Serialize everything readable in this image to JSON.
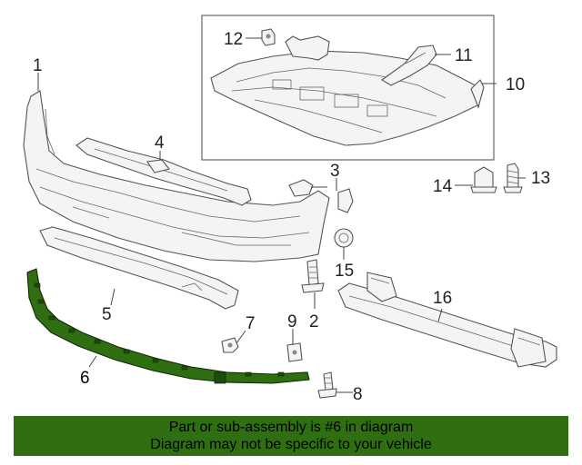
{
  "callouts": {
    "c1": "1",
    "c2": "2",
    "c3": "3",
    "c4": "4",
    "c5": "5",
    "c6": "6",
    "c7": "7",
    "c8": "8",
    "c9": "9",
    "c10": "10",
    "c11": "11",
    "c12": "12",
    "c13": "13",
    "c14": "14",
    "c15": "15",
    "c16": "16"
  },
  "highlight": {
    "part_number": "6",
    "color": "#2f6f12"
  },
  "banner": {
    "line1": "Part or sub-assembly is #6 in diagram",
    "line2": "Diagram may not be specific to your vehicle"
  }
}
